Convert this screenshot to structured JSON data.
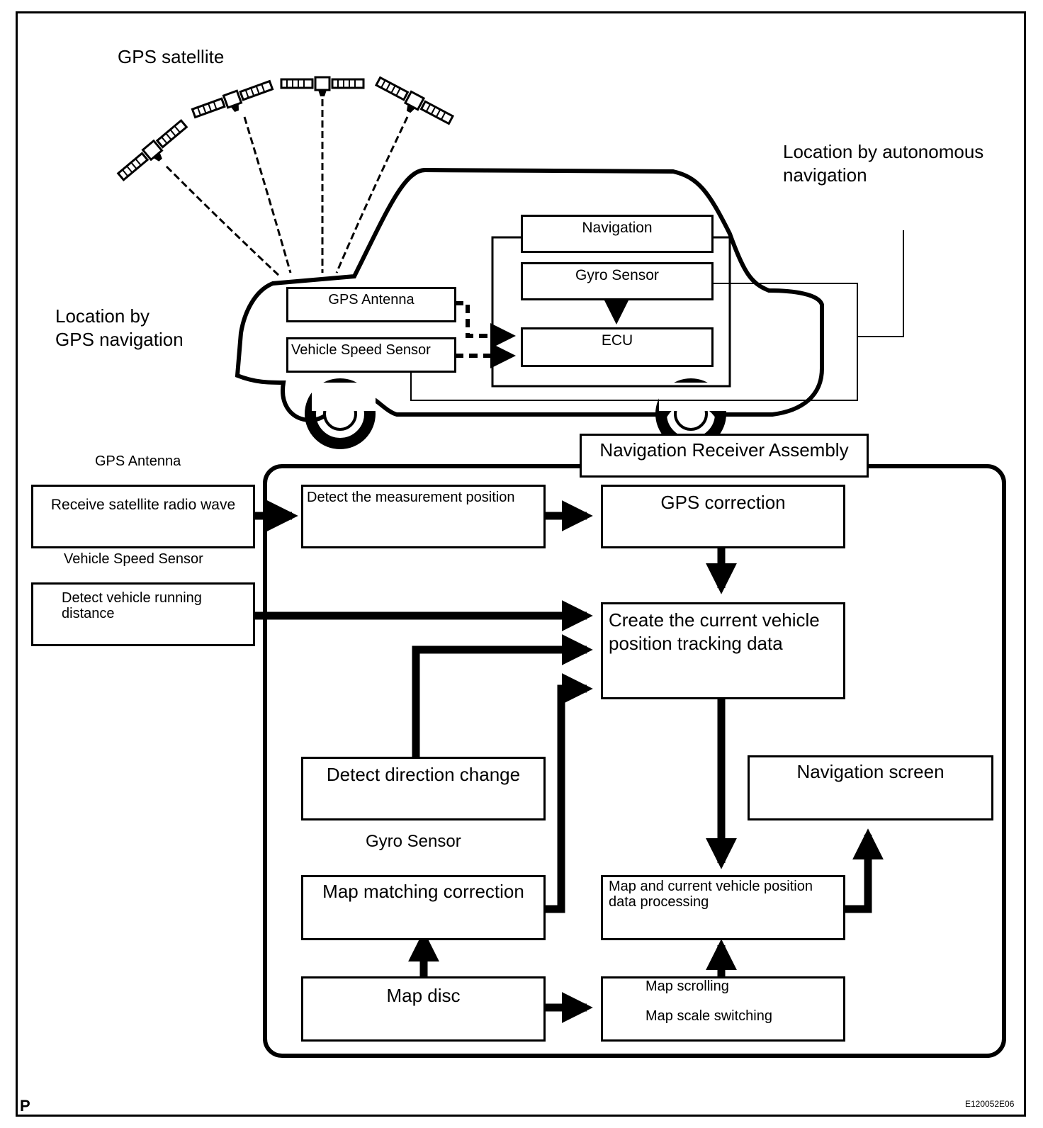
{
  "satellite_section": {
    "title": "GPS satellite",
    "location_gps": "Location by\nGPS navigation",
    "location_autonomous": "Location by autonomous\nnavigation"
  },
  "vehicle_components": {
    "navigation": "Navigation",
    "gyro_sensor": "Gyro Sensor",
    "ecu": "ECU",
    "gps_antenna": "GPS Antenna",
    "vehicle_speed_sensor": "Vehicle Speed Sensor"
  },
  "flow": {
    "assembly_title": "Navigation Receiver Assembly",
    "gps_antenna_label": "GPS Antenna",
    "receive_satellite": "Receive satellite radio wave",
    "vehicle_speed_sensor_label": "Vehicle Speed Sensor",
    "detect_running_distance": "Detect vehicle running\ndistance",
    "detect_measurement": "Detect the measurement position",
    "gps_correction": "GPS correction",
    "create_tracking": "Create the current vehicle\nposition tracking data",
    "detect_direction": "Detect direction change",
    "gyro_sensor_label": "Gyro Sensor",
    "map_matching": "Map matching correction",
    "map_disc": "Map disc",
    "navigation_screen": "Navigation screen",
    "map_data_processing": "Map and current vehicle position\ndata processing",
    "map_scrolling": "Map scrolling",
    "map_scale": "Map scale switching"
  },
  "footer": {
    "left_mark": "P",
    "code": "E120052E06"
  }
}
